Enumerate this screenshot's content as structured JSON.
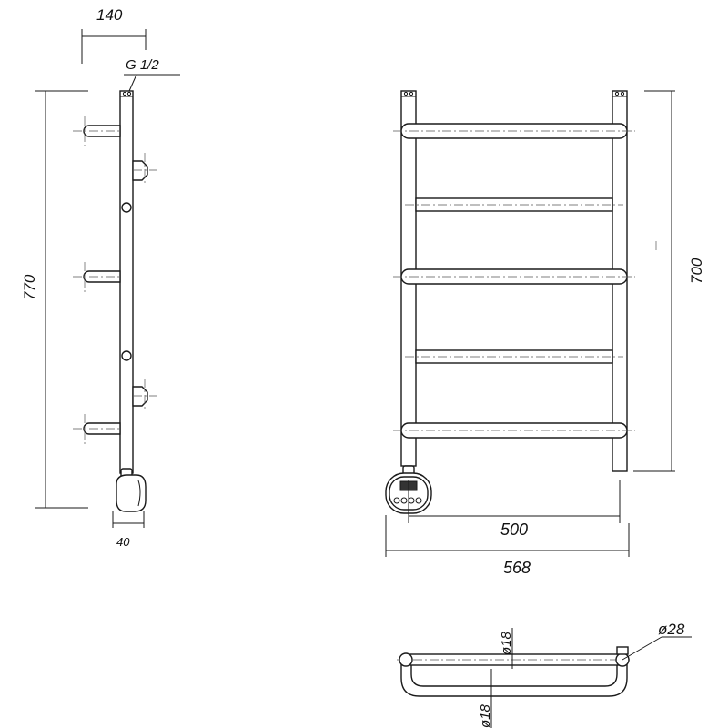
{
  "diagram": {
    "labels": {
      "width_140": "140",
      "thread_g12": "G 1/2",
      "height_770": "770",
      "depth_40": "40",
      "height_700": "700",
      "width_500": "500",
      "width_568": "568",
      "dia_28": "ø28",
      "dia_18_top": "ø18",
      "dia_18_bottom": "ø18"
    }
  }
}
